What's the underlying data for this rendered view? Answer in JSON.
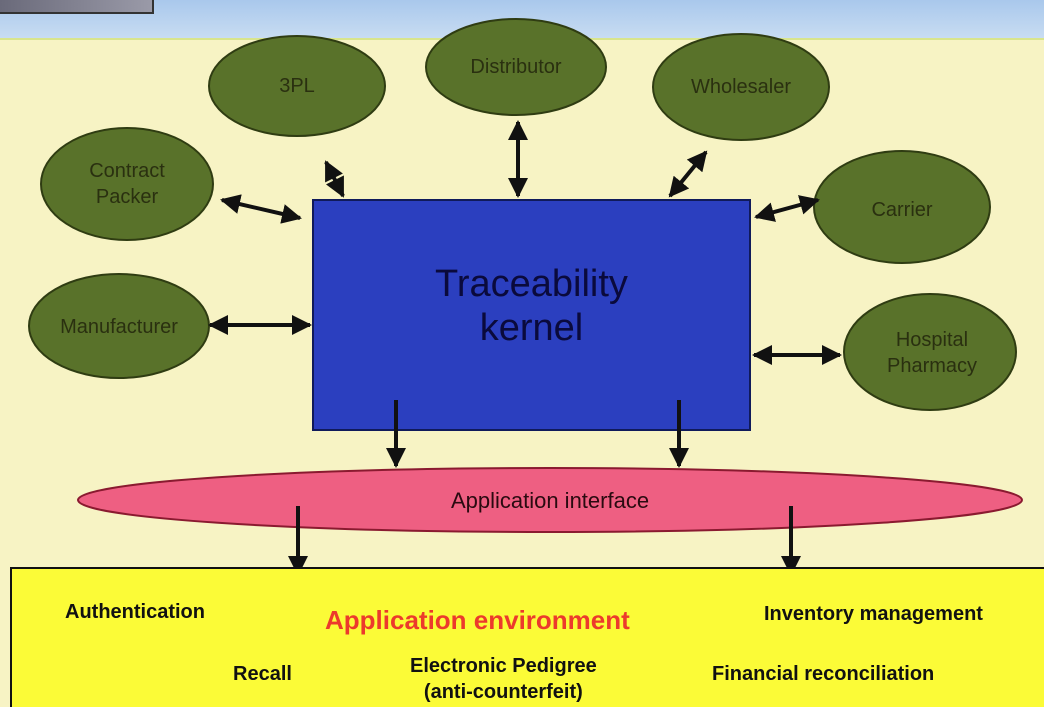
{
  "diagram": {
    "kernel": {
      "label": "Traceability\nkernel",
      "fill": "#2b3fbf"
    },
    "interface": {
      "label": "Application interface",
      "fill": "#ee5f82"
    },
    "partner_fill": "#59722a",
    "partners": {
      "tpl": "3PL",
      "distributor": "Distributor",
      "wholesaler": "Wholesaler",
      "contract_packer": "Contract\nPacker",
      "carrier": "Carrier",
      "manufacturer": "Manufacturer",
      "hospital_pharmacy": "Hospital\nPharmacy"
    },
    "environment": {
      "title": "Application environment",
      "title_color": "#ec3a2c",
      "fill": "#fbfb37",
      "authentication": "Authentication",
      "inventory": "Inventory management",
      "recall": "Recall",
      "pedigree": "Electronic Pedigree\n(anti-counterfeit)",
      "financial": "Financial reconciliation"
    }
  }
}
